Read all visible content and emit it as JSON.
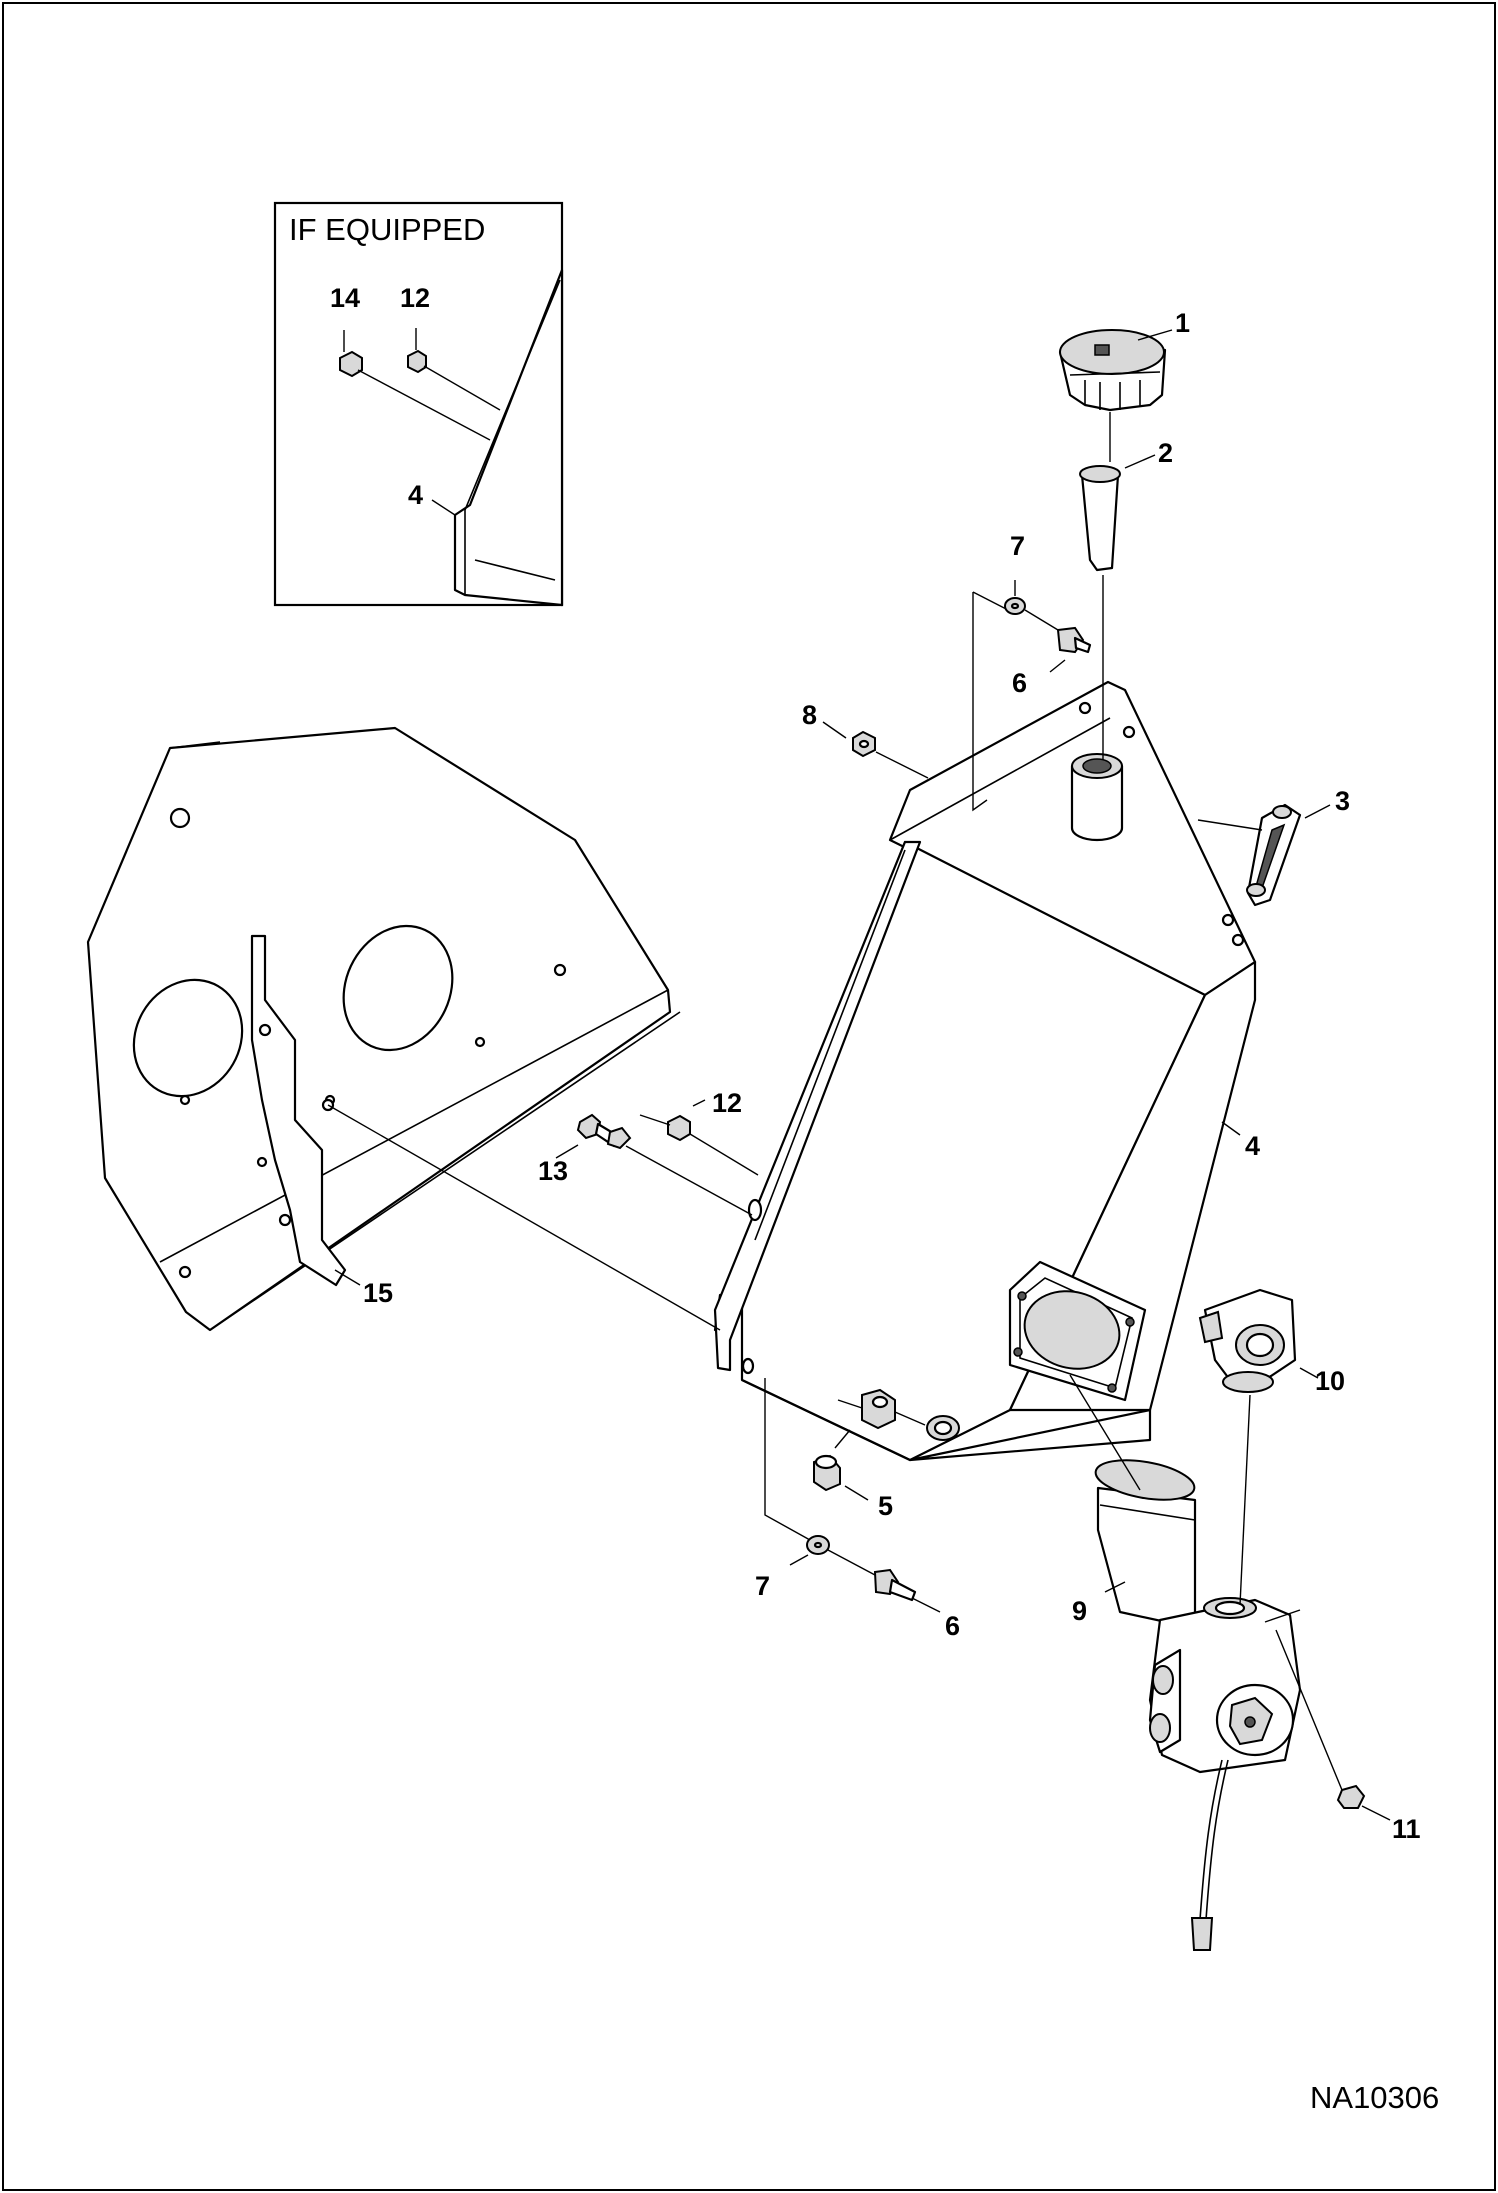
{
  "inset": {
    "title": "IF EQUIPPED",
    "callouts": {
      "c14": "14",
      "c12": "12",
      "c4": "4"
    }
  },
  "callouts": {
    "c1": "1",
    "c2": "2",
    "c3": "3",
    "c4": "4",
    "c5": "5",
    "c6a": "6",
    "c6b": "6",
    "c7a": "7",
    "c7b": "7",
    "c8": "8",
    "c9": "9",
    "c10": "10",
    "c11": "11",
    "c12": "12",
    "c13": "13",
    "c15": "15"
  },
  "drawing_id": "NA10306"
}
